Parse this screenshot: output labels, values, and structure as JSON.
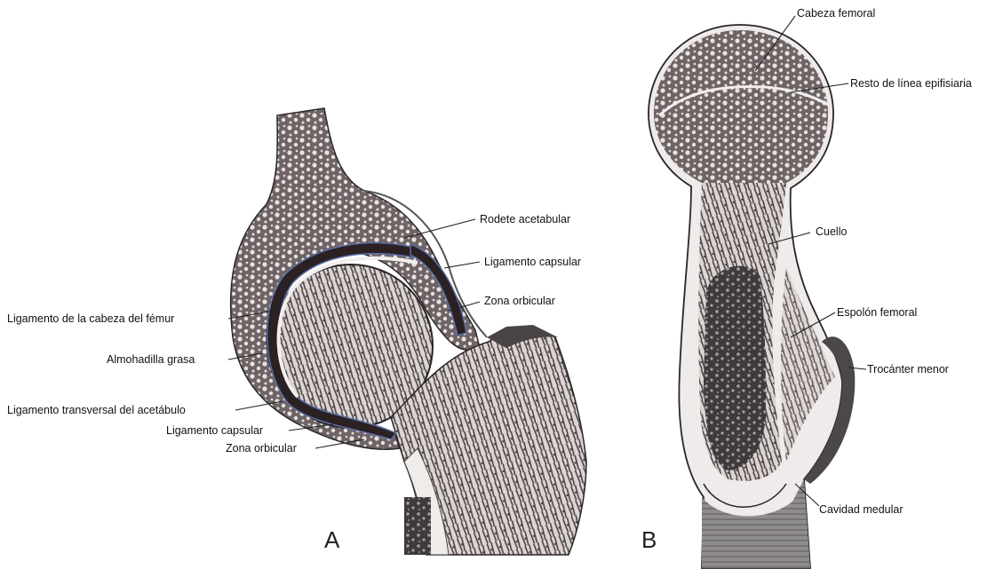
{
  "figure_a": {
    "panel_label": "A",
    "labels": {
      "rodete_acetabular": "Rodete acetabular",
      "ligamento_capsular_top": "Ligamento capsular",
      "zona_orbicular_top": "Zona orbicular",
      "ligamento_cabeza_femur": "Ligamento de la cabeza del fémur",
      "almohadilla_grasa": "Almohadilla grasa",
      "ligamento_transversal": "Ligamento transversal del acetábulo",
      "ligamento_capsular_bottom": "Ligamento capsular",
      "zona_orbicular_bottom": "Zona orbicular"
    }
  },
  "figure_b": {
    "panel_label": "B",
    "labels": {
      "cabeza_femoral": "Cabeza femoral",
      "resto_linea_epifisiaria": "Resto de línea epifisiaria",
      "cuello": "Cuello",
      "espolon_femoral": "Espolón femoral",
      "trocanter_menor": "Trocánter menor",
      "cavidad_medular": "Cavidad medular"
    }
  }
}
